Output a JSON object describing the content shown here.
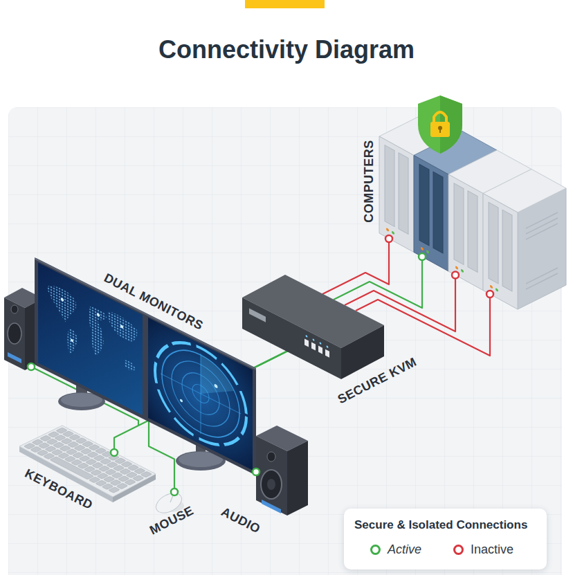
{
  "diagram": {
    "title": "Connectivity Diagram",
    "nodes": [
      {
        "text": [
          "COMPUTERS"
        ]
      },
      {
        "text": [
          "DUAL MONITORS"
        ]
      },
      {
        "text": [
          "SECURE KVM"
        ]
      },
      {
        "text": [
          "KEYBOARD"
        ]
      },
      {
        "text": [
          "MOUSE"
        ]
      },
      {
        "text": [
          "AUDIO"
        ]
      }
    ],
    "edges": [
      {
        "from": 2,
        "to": 0,
        "arrow": "none"
      },
      {
        "from": 2,
        "to": 0,
        "arrow": "none"
      },
      {
        "from": 2,
        "to": 0,
        "arrow": "none"
      },
      {
        "from": 2,
        "to": 0,
        "arrow": "none"
      },
      {
        "from": 2,
        "to": 1,
        "arrow": "none"
      },
      {
        "from": 2,
        "to": 3,
        "arrow": "none"
      },
      {
        "from": 2,
        "to": 4,
        "arrow": "none"
      },
      {
        "from": 2,
        "to": 5,
        "arrow": "none"
      }
    ],
    "labels": [
      "Secure & Isolated Connections"
    ],
    "legend": [
      {
        "text": "Active",
        "color": "#3fae49"
      },
      {
        "text": "Inactive",
        "color": "#d7373f"
      }
    ]
  }
}
